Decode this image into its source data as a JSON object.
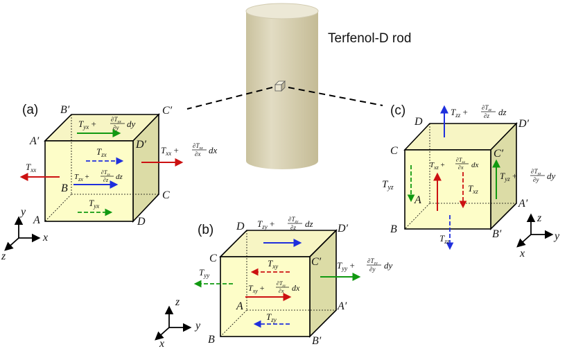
{
  "rod": {
    "label": "Terfenol-D rod",
    "colors": {
      "body": "#d8d2b6",
      "top": "#ece8d6",
      "shadow": "#b9b18c"
    }
  },
  "colors": {
    "cube_front": "#fdfdc8",
    "cube_top": "#f7f5c4",
    "cube_side": "#dcdca6",
    "red": "#cc1111",
    "green": "#119911",
    "blue": "#1f2fdd"
  },
  "panel_a": {
    "tag": "(a)",
    "vertices": {
      "A": "A",
      "B": "B",
      "C": "C",
      "D": "D",
      "A_p": "A′",
      "B_p": "B′",
      "C_p": "C′",
      "D_p": "D′"
    },
    "stress": {
      "T_yx_plus": {
        "main": "T",
        "sub": "yx",
        "rest": " + ",
        "num": "∂T",
        "num_sub": "yx",
        "den": "∂y",
        "diff": "dy"
      },
      "T_zx": {
        "main": "T",
        "sub": "zx"
      },
      "T_zx_plus": {
        "main": "T",
        "sub": "zx",
        "rest": " + ",
        "num": "∂T",
        "num_sub": "zx",
        "den": "∂z",
        "diff": "dz"
      },
      "T_yx": {
        "main": "T",
        "sub": "yx"
      },
      "T_xx": {
        "main": "T",
        "sub": "xx"
      },
      "T_xx_plus": {
        "main": "T",
        "sub": "xx",
        "rest": " + ",
        "num": "∂T",
        "num_sub": "xx",
        "den": "∂x",
        "diff": "dx"
      }
    },
    "axes": {
      "x": "x",
      "y": "y",
      "z": "z"
    }
  },
  "panel_b": {
    "tag": "(b)",
    "vertices": {
      "A": "A",
      "B": "B",
      "C": "C",
      "D": "D",
      "A_p": "A′",
      "B_p": "B′",
      "C_p": "C′",
      "D_p": "D′"
    },
    "stress": {
      "T_zy_plus": {
        "main": "T",
        "sub": "zy",
        "rest": " + ",
        "num": "∂T",
        "num_sub": "zy",
        "den": "∂z",
        "diff": "dz"
      },
      "T_xy": {
        "main": "T",
        "sub": "xy"
      },
      "T_xy_plus": {
        "main": "T",
        "sub": "xy",
        "rest": " + ",
        "num": "∂T",
        "num_sub": "xy",
        "den": "∂x",
        "diff": "dx"
      },
      "T_zy": {
        "main": "T",
        "sub": "zy"
      },
      "T_yy": {
        "main": "T",
        "sub": "yy"
      },
      "T_yy_plus": {
        "main": "T",
        "sub": "yy",
        "rest": " + ",
        "num": "∂T",
        "num_sub": "yy",
        "den": "∂y",
        "diff": "dy"
      }
    },
    "axes": {
      "y": "y",
      "z": "z",
      "x": "x"
    }
  },
  "panel_c": {
    "tag": "(c)",
    "vertices": {
      "A": "A",
      "B": "B",
      "C": "C",
      "D": "D",
      "A_p": "A′",
      "B_p": "B′",
      "C_p": "C′",
      "D_p": "D′"
    },
    "stress": {
      "T_zz_plus": {
        "main": "T",
        "sub": "zz",
        "rest": " + ",
        "num": "∂T",
        "num_sub": "zz",
        "den": "∂z",
        "diff": "dz"
      },
      "T_xz_plus": {
        "main": "T",
        "sub": "xz",
        "rest": " + ",
        "num": "∂T",
        "num_sub": "xz",
        "den": "∂x",
        "diff": "dx"
      },
      "T_xz": {
        "main": "T",
        "sub": "xz"
      },
      "T_yz": {
        "main": "T",
        "sub": "yz"
      },
      "T_yz_plus": {
        "main": "T",
        "sub": "yz",
        "rest": " + ",
        "num": "∂T",
        "num_sub": "yz",
        "den": "∂y",
        "diff": "dy"
      },
      "T_zz": {
        "main": "T",
        "sub": "zz"
      }
    },
    "axes": {
      "z": "z",
      "y": "y",
      "x": "x"
    }
  }
}
